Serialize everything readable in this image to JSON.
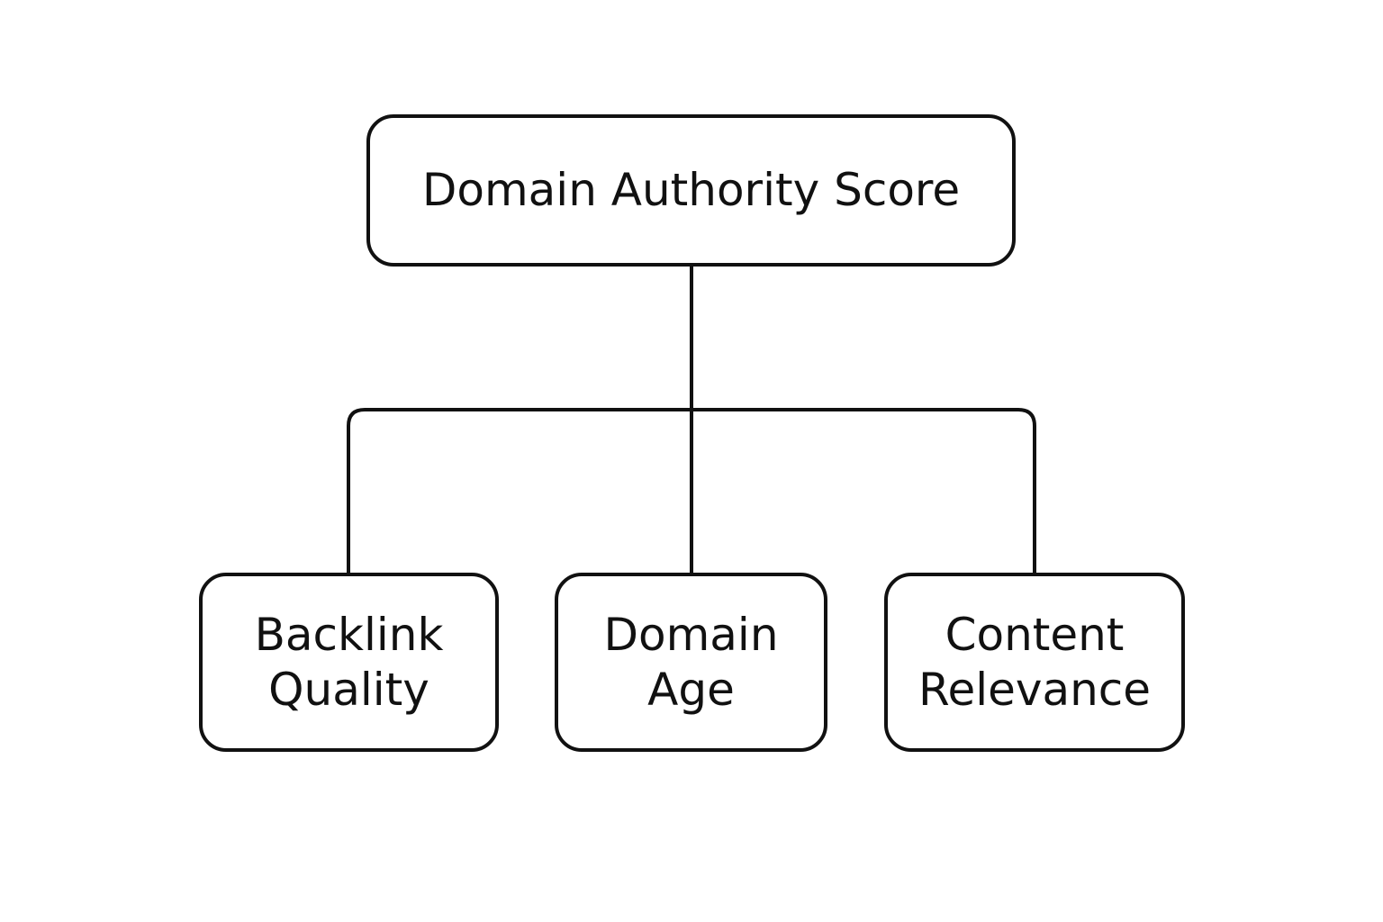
{
  "diagram": {
    "root": {
      "label": "Domain Authority Score"
    },
    "children": [
      {
        "line1": "Backlink",
        "line2": "Quality"
      },
      {
        "line1": "Domain",
        "line2": "Age"
      },
      {
        "line1": "Content",
        "line2": "Relevance"
      }
    ]
  },
  "colors": {
    "stroke": "#111111",
    "background": "#ffffff",
    "text": "#111111"
  }
}
